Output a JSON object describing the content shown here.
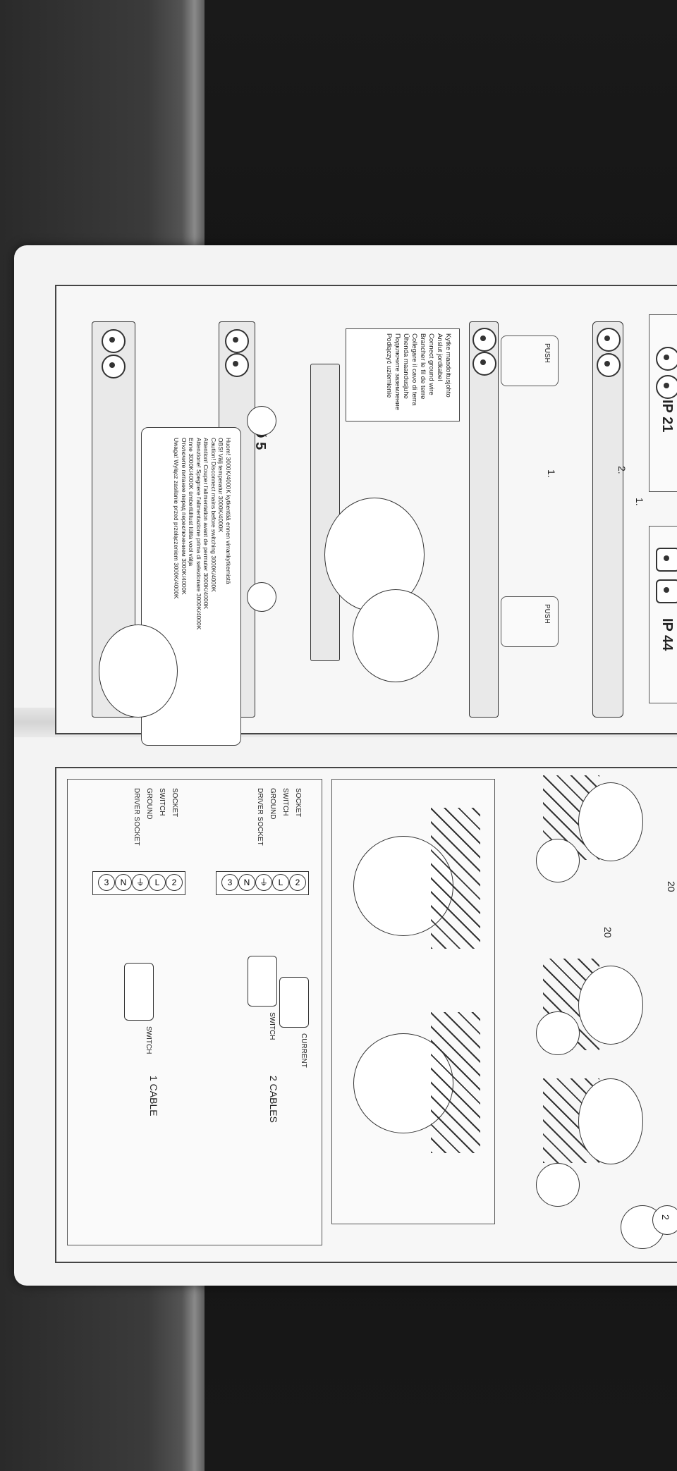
{
  "sheet": {
    "page_number": "2",
    "ip21_label": "IP 21",
    "ip44_label": "IP 44",
    "push_label": "PUSH",
    "step1_label": "1.",
    "step2_label": "2.",
    "diameter_label": "Ø 5",
    "dim_label": "20",
    "cables2_title": "2 CABLES",
    "cable1_title": "1 CABLE",
    "wire_labels": [
      "SOCKET",
      "SWITCH",
      "GROUND",
      "DRIVER SOCKET"
    ],
    "right_labels_2": [
      "CURRENT",
      "SWITCH"
    ],
    "right_labels_1": [
      "SWITCH"
    ],
    "terminal_labels": [
      "3",
      "N",
      "⏚",
      "L",
      "2"
    ],
    "warning_lines": [
      "Kytke maadoitusjohto",
      "Anslut jordkabel",
      "Connect ground wire",
      "Brancher le fil de terre",
      "Collegare il cavo di terra",
      "Ühenda maandusjuhe",
      "Подключите заземление",
      "Podłączyć uziemienie"
    ],
    "note_lines": [
      "Huom! 3000K/4000K kytkentää ennen virrankytkemistä",
      "OBS! Välj temperatur 3000K/4000K",
      "Caution! Disconnect mains before switching 3000K/4000K",
      "Attention! Couper l'alimentation avant de permuter 3000K/4000K",
      "Attenzione! Spegnere l'alimentazione prima di selezionare 3000K/4000K",
      "Enne 3000K/4000K ümberlülitust lülita vool välja",
      "Отключите питание перед переключением 3000K/4000K",
      "Uwaga! Wyłącz zasilanie przed przełączeniem 3000K/4000K"
    ]
  },
  "colors": {
    "paper": "#f3f3f3",
    "ink": "#222222",
    "frame": "#444444"
  }
}
